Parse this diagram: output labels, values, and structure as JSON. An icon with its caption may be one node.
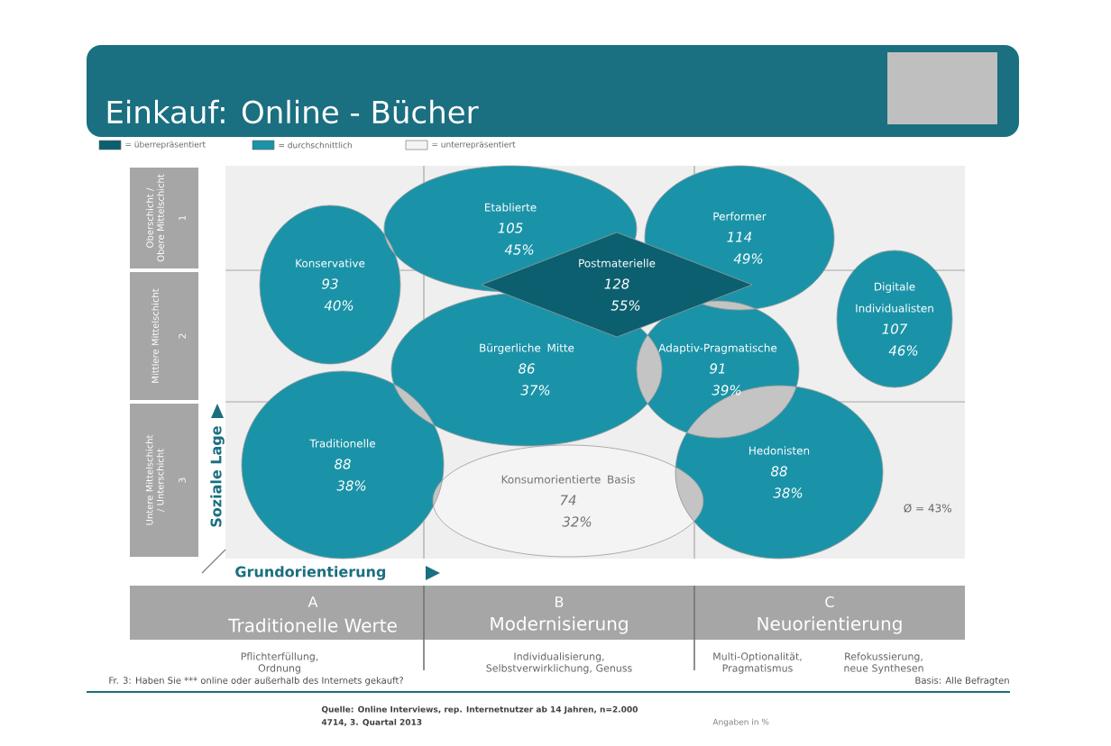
{
  "diagram": {
    "title": "Einkauf: Online - Bücher",
    "nodes": [
      {
        "text": [
          "Konservative",
          "93",
          "40%"
        ]
      },
      {
        "text": [
          "Etablierte",
          "105",
          "45%"
        ]
      },
      {
        "text": [
          "Performer",
          "114",
          "49%"
        ]
      },
      {
        "text": [
          "Postmaterielle",
          "128",
          "55%"
        ]
      },
      {
        "text": [
          "Digitale Individualisten",
          "107",
          "46%"
        ]
      },
      {
        "text": [
          "Bürgerliche Mitte",
          "86",
          "37%"
        ]
      },
      {
        "text": [
          "Adaptiv-Pragmatische",
          "91",
          "39%"
        ]
      },
      {
        "text": [
          "Traditionelle",
          "88",
          "38%"
        ]
      },
      {
        "text": [
          "Konsumorientierte Basis",
          "74",
          "32%"
        ]
      },
      {
        "text": [
          "Hedonisten",
          "88",
          "38%"
        ]
      }
    ],
    "labels": [
      "Oberschicht / Obere Mittelschicht",
      "1",
      "Mittlere Mittelschicht",
      "2",
      "Untere Mittelschicht / Unterschicht",
      "3",
      "Soziale Lage",
      "Grundorientierung",
      "Ø = 43%",
      "A",
      "Traditionelle Werte",
      "B",
      "Modernisierung",
      "C",
      "Neuorientierung",
      "Pflichterfüllung, Ordnung",
      "Individualisierung, Selbstverwirklichung, Genuss",
      "Multi-Optionalität, Pragmatismus",
      "Refokussierung, neue Synthesen",
      "Fr. 3: Haben Sie *** online oder außerhalb des Internets gekauft?",
      "Basis: Alle Befragten",
      "Quelle: Online Interviews, rep. Internetnutzer ab 14 Jahren, n=2.000",
      "4714, 3. Quartal 2013",
      "Angaben in %"
    ],
    "legend": [
      {
        "text": "= überrepräsentiert",
        "color": "#0b5f6e"
      },
      {
        "text": "= durchschnittlich",
        "color": "#1a93a8"
      },
      {
        "text": "= unterrepräsentiert",
        "color": "#f4f4f4"
      }
    ]
  }
}
